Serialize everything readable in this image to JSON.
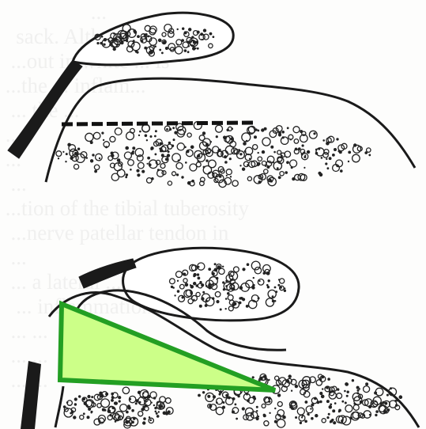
{
  "background_text_lines": [
    "                 ...",
    "   sack. Although, in",
    "  ...out in white ... is",
    " ...the ... inflam...",
    "  ... the ...",
    " ...",
    " ...",
    "  ...",
    " ...tion of the tibial tuberosity",
    "  ...nerve patellar tendon in",
    "  ...",
    "  ... a lateral ...",
    "   ... inflammation ...",
    "  ... ...",
    "  ... ...",
    "  ... ..."
  ],
  "colors": {
    "outline": "#1a1a1a",
    "wedge_fill": "#ccff88",
    "wedge_stroke": "#239f23",
    "ghost_text": "#e6e6e6"
  },
  "panels": [
    {
      "name": "top-panel",
      "has_dashed_line": true,
      "has_wedge": false
    },
    {
      "name": "bottom-panel",
      "has_dashed_line": false,
      "has_wedge": true
    }
  ]
}
